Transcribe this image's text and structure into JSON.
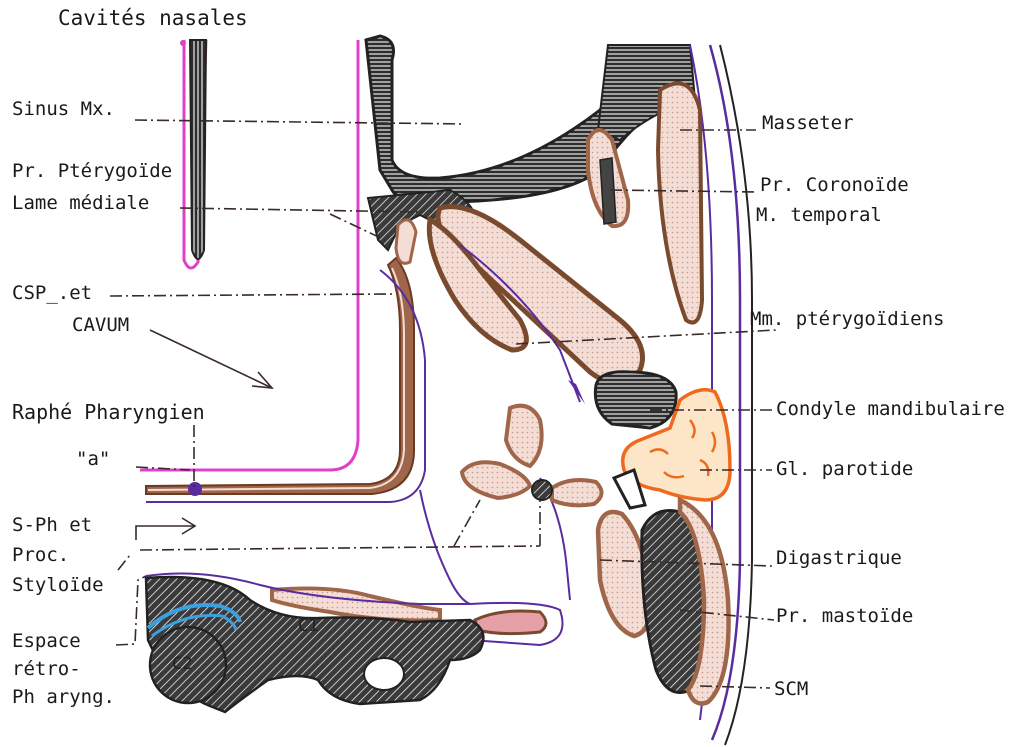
{
  "labels": {
    "cavites_nasales": "Cavités nasales",
    "sinus_mx": "Sinus Mx.",
    "pr_pterygoide": "Pr. Ptérygoïde",
    "lame_mediale": "Lame médiale",
    "csp_et": "CSP_.et",
    "cavum": "CAVUM",
    "raphe_pharyngien": "Raphé Pharyngien",
    "a_label": "\"a\"",
    "s_ph_et": "S-Ph et",
    "proc": "Proc.",
    "styloide": "Styloïde",
    "espace": "Espace",
    "retro": "rétro-",
    "pharyng": "Ph aryng.",
    "masseter": "Masseter",
    "pr_coronoide": "Pr. Coronoïde",
    "m_temporal": "M. temporal",
    "mm_pterygoidiens": "Mm. ptérygoïdiens",
    "condyle_mandibulaire": "Condyle mandibulaire",
    "gl_parotide": "Gl. parotide",
    "digastrique": "Digastrique",
    "pr_mastoide": "Pr. mastoïde",
    "scm": "SCM",
    "c1": "C1",
    "c2": "C2"
  },
  "colors": {
    "muscle": "#7a4a2e",
    "muscle_fill": "#f1dcd2",
    "mucosa": "#e040c8",
    "fascia": "#5a2ca0",
    "parotid": "#f06a1e",
    "parotid_fill": "#fde6c8",
    "bone": "#333333",
    "atlas_ring": "#3aa0e0",
    "ligament_fill": "#e6a0a8"
  }
}
